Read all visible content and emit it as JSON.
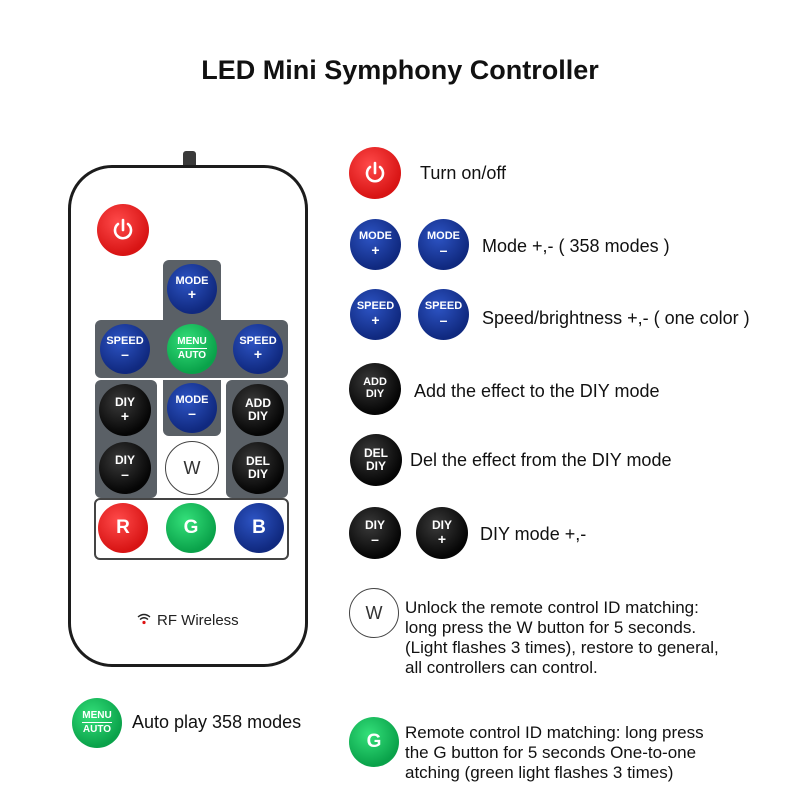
{
  "title": "LED Mini Symphony Controller",
  "remote": {
    "mode_label": "MODE",
    "plus": "+",
    "minus": "–",
    "speed_label": "SPEED",
    "menu_label": "MENU",
    "auto_label": "AUTO",
    "diy_label": "DIY",
    "add_label": "ADD",
    "del_label": "DEL",
    "w_label": "W",
    "r_label": "R",
    "g_label": "G",
    "b_label": "B",
    "rf_label": "RF Wireless"
  },
  "legend": [
    {
      "text": "Turn on/off"
    },
    {
      "text": "Mode +,- ( 358 modes )"
    },
    {
      "text": "Speed/brightness +,- ( one color )"
    },
    {
      "text": "Add the effect to the DIY mode"
    },
    {
      "text": "Del the effect from the DIY mode"
    },
    {
      "text": "DIY mode +,-"
    },
    {
      "line1": "Unlock the remote control ID matching:",
      "line2": "long press the W button for 5 seconds.",
      "line3": "(Light flashes 3 times), restore to general,",
      "line4": "all controllers can control."
    },
    {
      "text": "Auto play 358 modes"
    },
    {
      "line1": "Remote control ID matching: long press",
      "line2": "the G button for 5 seconds One-to-one",
      "line3": "atching (green light flashes 3 times)"
    }
  ],
  "colors": {
    "blue": "#1a3a9e",
    "red": "#e01b1b",
    "green": "#14c25a",
    "black": "#0a0a0a",
    "panel": "#5a6066"
  }
}
